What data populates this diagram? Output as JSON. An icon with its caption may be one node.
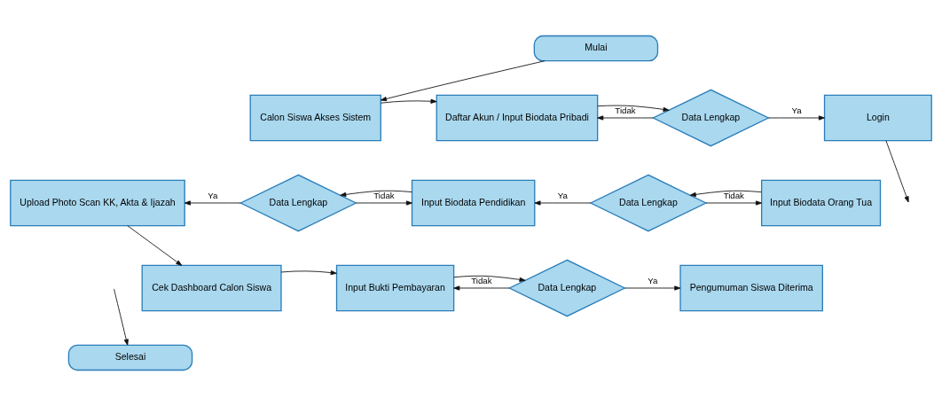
{
  "diagram": {
    "nodes": [
      {
        "text": [
          "Mulai"
        ]
      },
      {
        "text": [
          "Calon Siswa Akses Sistem"
        ]
      },
      {
        "text": [
          "Daftar Akun / Input Biodata Pribadi"
        ]
      },
      {
        "text": [
          "Data Lengkap"
        ]
      },
      {
        "text": [
          "Login"
        ]
      },
      {
        "text": [
          "Upload Photo Scan KK, Akta & Ijazah"
        ]
      },
      {
        "text": [
          "Data Lengkap"
        ]
      },
      {
        "text": [
          "Input Biodata Pendidikan"
        ]
      },
      {
        "text": [
          "Data Lengkap"
        ]
      },
      {
        "text": [
          "Input Biodata Orang Tua"
        ]
      },
      {
        "text": [
          "Cek Dashboard Calon Siswa"
        ]
      },
      {
        "text": [
          "Input Bukti Pembayaran"
        ]
      },
      {
        "text": [
          "Data Lengkap"
        ]
      },
      {
        "text": [
          "Pengumuman Siswa Diterima"
        ]
      },
      {
        "text": [
          "Selesai"
        ]
      }
    ],
    "edges": [
      {
        "from": 0,
        "to": 1,
        "arrow": "to"
      },
      {
        "from": 1,
        "to": 2,
        "arrow": "to"
      },
      {
        "from": 2,
        "to": 3,
        "arrow": "to"
      },
      {
        "from": 3,
        "to": 2,
        "arrow": "to",
        "label": "Tidak"
      },
      {
        "from": 3,
        "to": 4,
        "arrow": "to",
        "label": "Ya"
      },
      {
        "from": 4,
        "to": null,
        "arrow": "to"
      },
      {
        "from": 9,
        "to": 8,
        "arrow": "to"
      },
      {
        "from": 8,
        "to": 9,
        "arrow": "to",
        "label": "Tidak"
      },
      {
        "from": 8,
        "to": 7,
        "arrow": "to",
        "label": "Ya"
      },
      {
        "from": 7,
        "to": 6,
        "arrow": "to"
      },
      {
        "from": 6,
        "to": 7,
        "arrow": "to",
        "label": "Tidak"
      },
      {
        "from": 6,
        "to": 5,
        "arrow": "to",
        "label": "Ya"
      },
      {
        "from": 5,
        "to": 10,
        "arrow": "to"
      },
      {
        "from": 10,
        "to": 11,
        "arrow": "to"
      },
      {
        "from": 11,
        "to": 12,
        "arrow": "to"
      },
      {
        "from": 12,
        "to": 11,
        "arrow": "to",
        "label": "Tidak"
      },
      {
        "from": 12,
        "to": 13,
        "arrow": "to",
        "label": "Ya"
      },
      {
        "from": null,
        "to": 14,
        "arrow": "to"
      }
    ]
  }
}
